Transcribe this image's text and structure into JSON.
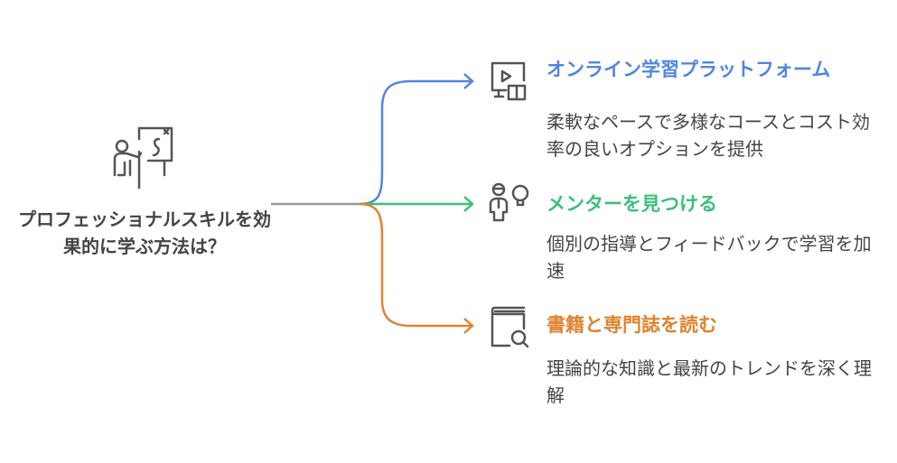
{
  "root": {
    "title": "プロフェッショナルスキルを効果的に学ぶ方法は？",
    "icon": "presenter-whiteboard-icon"
  },
  "branches": [
    {
      "title": "オンライン学習プラットフォーム",
      "description": "柔軟なペースで多様なコースとコスト効率の良いオプションを提供",
      "color": "#4f86e0",
      "icon": "monitor-video-book-icon"
    },
    {
      "title": "メンターを見つける",
      "description": "個別の指導とフィードバックで学習を加速",
      "color": "#3cbf7a",
      "icon": "mentor-lightbulb-icon"
    },
    {
      "title": "書籍と専門誌を読む",
      "description": "理論的な知識と最新のトレンドを深く理解",
      "color": "#e0832f",
      "icon": "book-search-icon"
    }
  ],
  "colors": {
    "trunk": "#999999",
    "text": "#444444",
    "icon": "#555555"
  }
}
